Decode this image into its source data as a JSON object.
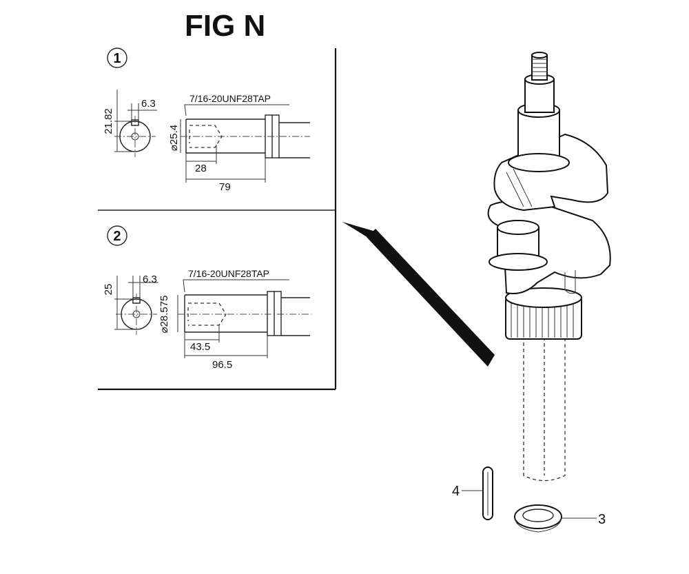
{
  "figure": {
    "title": "FIG N",
    "views": [
      {
        "id": "1",
        "marker": "1",
        "dim_height": "21.82",
        "dim_keyway": "6.3",
        "dim_diameter": "⌀25.4",
        "thread_note": "7/16-20UNF28TAP",
        "dim_short": "28",
        "dim_long": "79"
      },
      {
        "id": "2",
        "marker": "2",
        "dim_height": "25",
        "dim_keyway": "6.3",
        "dim_diameter": "⌀28.575",
        "thread_note": "7/16-20UNF28TAP",
        "dim_short": "43.5",
        "dim_long": "96.5"
      }
    ],
    "callouts": [
      {
        "number": "4",
        "part": "key"
      },
      {
        "number": "3",
        "part": "washer"
      }
    ]
  }
}
